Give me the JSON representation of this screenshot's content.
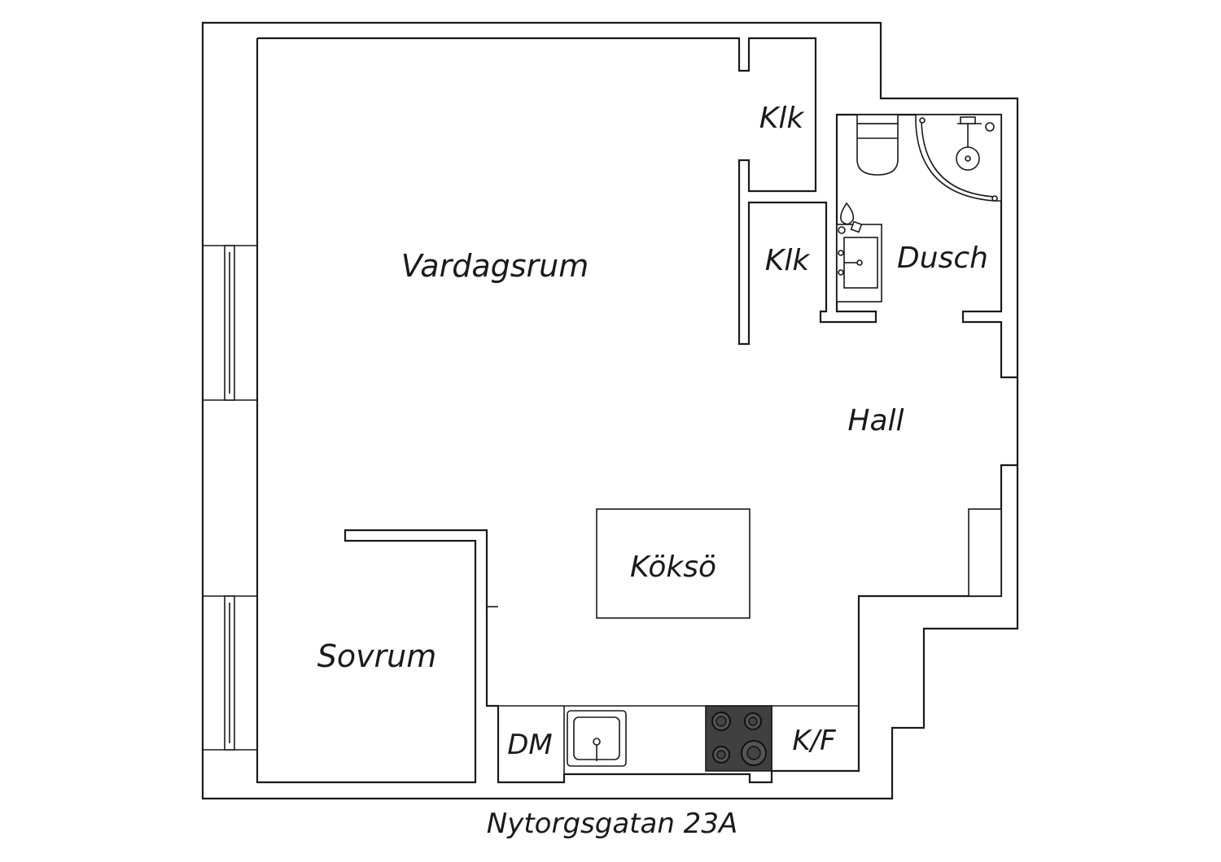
{
  "rooms": {
    "vardagsrum": "Vardagsrum",
    "klk_top": "Klk",
    "klk_mid": "Klk",
    "dusch": "Dusch",
    "hall": "Hall",
    "kokso": "Köksö",
    "sovrum": "Sovrum",
    "dm": "DM",
    "kf": "K/F"
  },
  "address": "Nytorgsgatan 23A",
  "colors": {
    "line": "#1a1a1a",
    "hob": "#404040",
    "background": "#ffffff"
  }
}
